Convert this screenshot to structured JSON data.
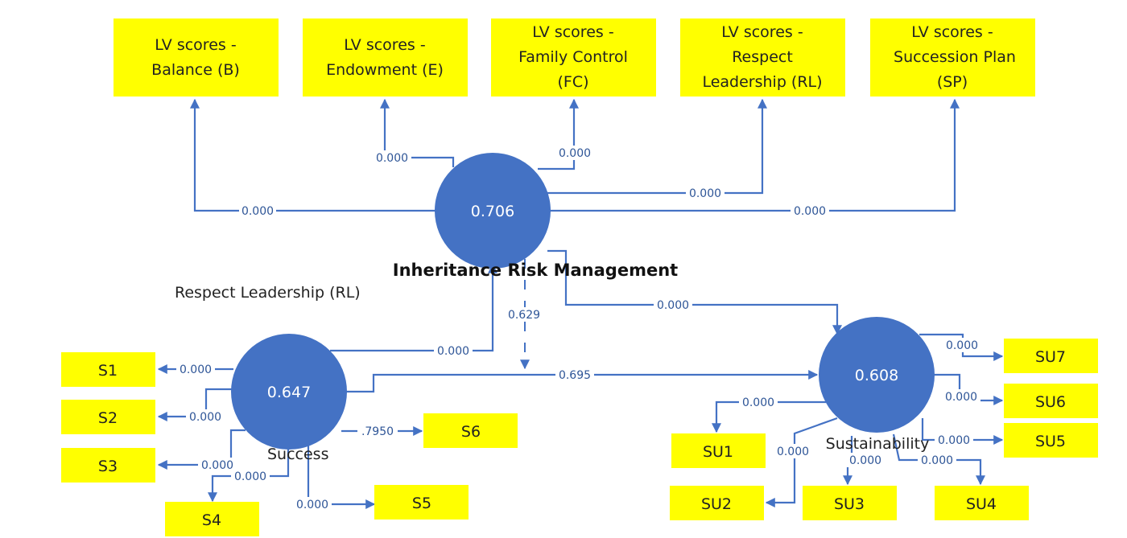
{
  "colors": {
    "node": "#4472c4",
    "box": "#ffff00",
    "line": "#4472c4"
  },
  "top_boxes": [
    [
      "LV scores -",
      "Balance (B)"
    ],
    [
      "LV scores -",
      "Endowment (E)"
    ],
    [
      "LV scores -",
      "Family Control",
      "(FC)"
    ],
    [
      "LV scores -",
      "Respect",
      "Leadership (RL)"
    ],
    [
      "LV scores -",
      "Succession Plan",
      "(SP)"
    ]
  ],
  "nodes": {
    "inheritance": {
      "value": "0.706",
      "caption": "Inheritance Risk Management"
    },
    "success": {
      "value": "0.647",
      "caption": "Success"
    },
    "sustainability": {
      "value": "0.608",
      "caption": "Sustainability"
    }
  },
  "floating_caption": "Respect Leadership (RL)",
  "success_items": [
    "S1",
    "S2",
    "S3",
    "S4",
    "S5",
    "S6"
  ],
  "sustainability_items": [
    "SU1",
    "SU2",
    "SU3",
    "SU4",
    "SU5",
    "SU6",
    "SU7"
  ],
  "path_labels": {
    "to_balance": "0.000",
    "to_endowment": "0.000",
    "to_family_control": "0.000",
    "to_respect_leadership": "0.000",
    "to_succession_plan": "0.000",
    "success_to_inheritance": "0.000",
    "inheritance_to_sustainability": "0.000",
    "indirect": "0.629",
    "success_to_sustainability": "0.695",
    "to_s1": "0.000",
    "to_s2": "0.000",
    "to_s3": "0.000",
    "to_s4": "0.000",
    "to_s5": "0.000",
    "to_s6": ".7950",
    "to_su1": "0.000",
    "to_su2": "0.000",
    "to_su3": "0.000",
    "to_su4": "0.000",
    "to_su5": "0.000",
    "to_su6": "0.000",
    "to_su7": "0.000"
  }
}
